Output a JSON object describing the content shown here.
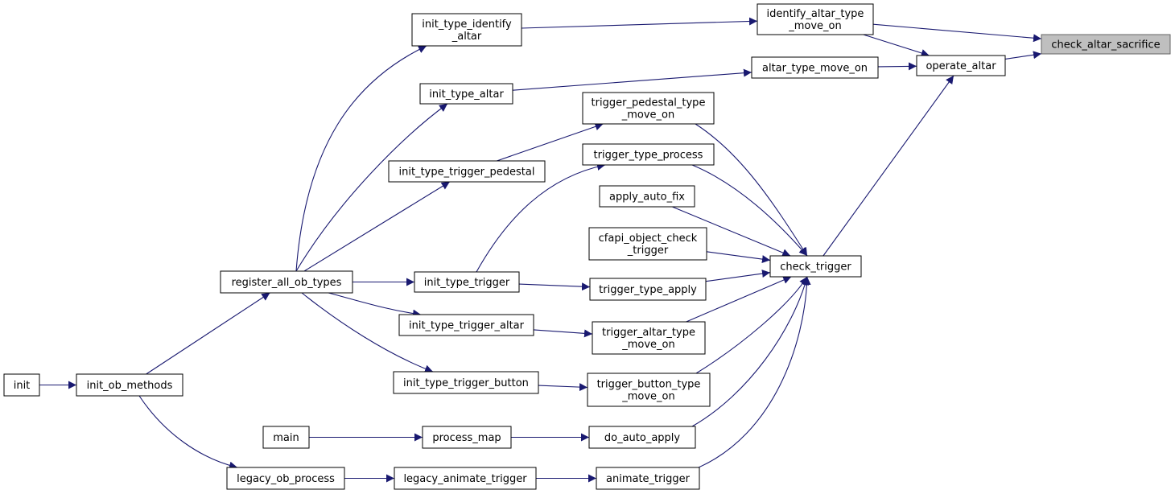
{
  "colors": {
    "edge": "#191970",
    "node_border": "#000000",
    "focus_fill": "#bfbfbf",
    "focus_border": "#666666",
    "background": "#ffffff"
  },
  "nodes": [
    {
      "id": "check_altar_sacrifice",
      "lines": [
        "check_altar_sacrifice"
      ],
      "focus": true
    },
    {
      "id": "identify_altar_type_move_on",
      "lines": [
        "identify_altar_type",
        "_move_on"
      ]
    },
    {
      "id": "operate_altar",
      "lines": [
        "operate_altar"
      ]
    },
    {
      "id": "init_type_identify_altar",
      "lines": [
        "init_type_identify",
        "_altar"
      ]
    },
    {
      "id": "altar_type_move_on",
      "lines": [
        "altar_type_move_on"
      ]
    },
    {
      "id": "init_type_altar",
      "lines": [
        "init_type_altar"
      ]
    },
    {
      "id": "trigger_pedestal_type_move_on",
      "lines": [
        "trigger_pedestal_type",
        "_move_on"
      ]
    },
    {
      "id": "trigger_type_process",
      "lines": [
        "trigger_type_process"
      ]
    },
    {
      "id": "init_type_trigger_pedestal",
      "lines": [
        "init_type_trigger_pedestal"
      ]
    },
    {
      "id": "apply_auto_fix",
      "lines": [
        "apply_auto_fix"
      ]
    },
    {
      "id": "cfapi_object_check_trigger",
      "lines": [
        "cfapi_object_check",
        "_trigger"
      ]
    },
    {
      "id": "check_trigger",
      "lines": [
        "check_trigger"
      ]
    },
    {
      "id": "register_all_ob_types",
      "lines": [
        "register_all_ob_types"
      ]
    },
    {
      "id": "init_type_trigger",
      "lines": [
        "init_type_trigger"
      ]
    },
    {
      "id": "trigger_type_apply",
      "lines": [
        "trigger_type_apply"
      ]
    },
    {
      "id": "init_type_trigger_altar",
      "lines": [
        "init_type_trigger_altar"
      ]
    },
    {
      "id": "trigger_altar_type_move_on",
      "lines": [
        "trigger_altar_type",
        "_move_on"
      ]
    },
    {
      "id": "init",
      "lines": [
        "init"
      ]
    },
    {
      "id": "init_ob_methods",
      "lines": [
        "init_ob_methods"
      ]
    },
    {
      "id": "init_type_trigger_button",
      "lines": [
        "init_type_trigger_button"
      ]
    },
    {
      "id": "trigger_button_type_move_on",
      "lines": [
        "trigger_button_type",
        "_move_on"
      ]
    },
    {
      "id": "main",
      "lines": [
        "main"
      ]
    },
    {
      "id": "process_map",
      "lines": [
        "process_map"
      ]
    },
    {
      "id": "do_auto_apply",
      "lines": [
        "do_auto_apply"
      ]
    },
    {
      "id": "legacy_ob_process",
      "lines": [
        "legacy_ob_process"
      ]
    },
    {
      "id": "legacy_animate_trigger",
      "lines": [
        "legacy_animate_trigger"
      ]
    },
    {
      "id": "animate_trigger",
      "lines": [
        "animate_trigger"
      ]
    }
  ],
  "edges": [
    {
      "from": "identify_altar_type_move_on",
      "to": "check_altar_sacrifice"
    },
    {
      "from": "operate_altar",
      "to": "check_altar_sacrifice"
    },
    {
      "from": "init_type_identify_altar",
      "to": "identify_altar_type_move_on"
    },
    {
      "from": "identify_altar_type_move_on",
      "to": "operate_altar"
    },
    {
      "from": "altar_type_move_on",
      "to": "operate_altar"
    },
    {
      "from": "check_trigger",
      "to": "operate_altar"
    },
    {
      "from": "init_type_altar",
      "to": "altar_type_move_on"
    },
    {
      "from": "register_all_ob_types",
      "to": "init_type_identify_altar"
    },
    {
      "from": "register_all_ob_types",
      "to": "init_type_altar"
    },
    {
      "from": "register_all_ob_types",
      "to": "init_type_trigger_pedestal"
    },
    {
      "from": "register_all_ob_types",
      "to": "init_type_trigger"
    },
    {
      "from": "register_all_ob_types",
      "to": "init_type_trigger_altar"
    },
    {
      "from": "register_all_ob_types",
      "to": "init_type_trigger_button"
    },
    {
      "from": "init_type_trigger_pedestal",
      "to": "trigger_pedestal_type_move_on"
    },
    {
      "from": "init_type_trigger",
      "to": "trigger_type_process"
    },
    {
      "from": "init_type_trigger",
      "to": "trigger_type_apply"
    },
    {
      "from": "init_type_trigger_altar",
      "to": "trigger_altar_type_move_on"
    },
    {
      "from": "init_type_trigger_button",
      "to": "trigger_button_type_move_on"
    },
    {
      "from": "trigger_pedestal_type_move_on",
      "to": "check_trigger"
    },
    {
      "from": "trigger_type_process",
      "to": "check_trigger"
    },
    {
      "from": "apply_auto_fix",
      "to": "check_trigger"
    },
    {
      "from": "cfapi_object_check_trigger",
      "to": "check_trigger"
    },
    {
      "from": "trigger_type_apply",
      "to": "check_trigger"
    },
    {
      "from": "trigger_altar_type_move_on",
      "to": "check_trigger"
    },
    {
      "from": "trigger_button_type_move_on",
      "to": "check_trigger"
    },
    {
      "from": "do_auto_apply",
      "to": "check_trigger"
    },
    {
      "from": "animate_trigger",
      "to": "check_trigger"
    },
    {
      "from": "init",
      "to": "init_ob_methods"
    },
    {
      "from": "init_ob_methods",
      "to": "register_all_ob_types"
    },
    {
      "from": "init_ob_methods",
      "to": "legacy_ob_process"
    },
    {
      "from": "main",
      "to": "process_map"
    },
    {
      "from": "process_map",
      "to": "do_auto_apply"
    },
    {
      "from": "legacy_ob_process",
      "to": "legacy_animate_trigger"
    },
    {
      "from": "legacy_animate_trigger",
      "to": "animate_trigger"
    }
  ]
}
